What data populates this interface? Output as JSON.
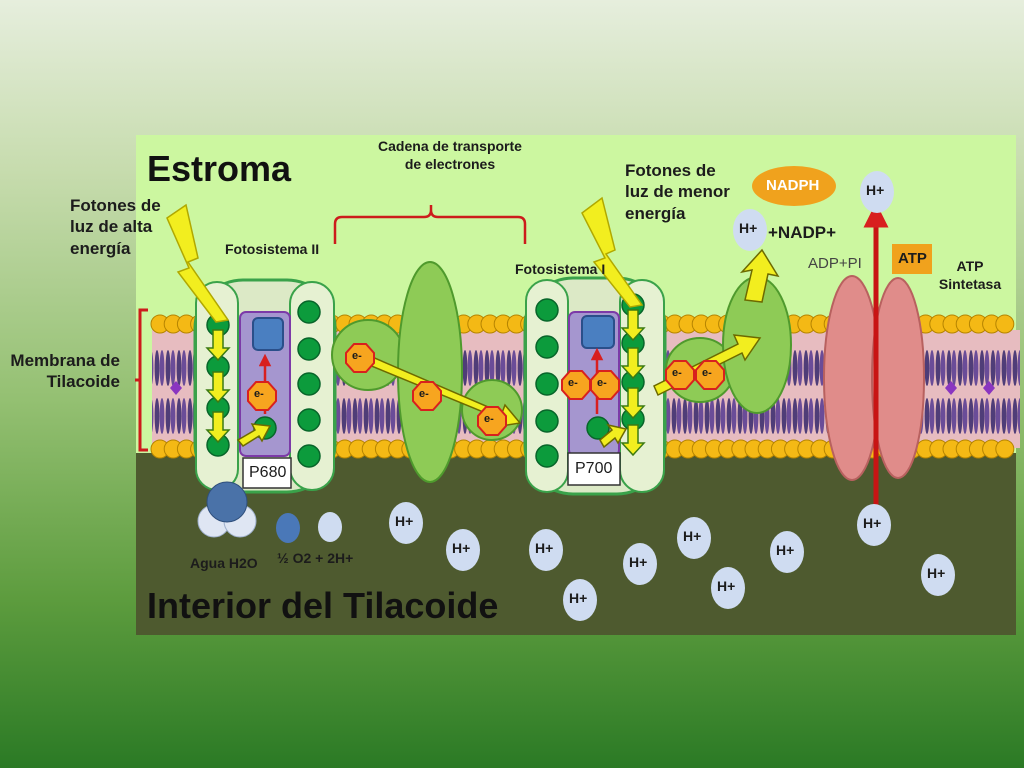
{
  "labels": {
    "stroma": "Estroma",
    "interior": "Interior del Tilacoide",
    "high_energy_photons": [
      "Fotones de",
      "luz de alta",
      "energía"
    ],
    "low_energy_photons": [
      "Fotones de",
      "luz de menor",
      "energía"
    ],
    "electron_chain": [
      "Cadena de transporte",
      "de electrones"
    ],
    "photosystem_2": "Fotosistema II",
    "photosystem_1": "Fotosistema I",
    "membrane": [
      "Membrana de",
      "Tilacoide"
    ],
    "p680": "P680",
    "p700": "P700",
    "water": "Agua H2O",
    "oxygen_products": "½ O2 + 2H+",
    "nadph": "NADPH",
    "nadp_plus": "+NADP+",
    "adp_pi": "ADP+PI",
    "atp": "ATP",
    "atp_synthase": [
      "ATP",
      "Sintetasa"
    ],
    "electron": "e-",
    "proton": "H+"
  },
  "colors": {
    "stroma": "#ccf7a0",
    "interior": "#4e5a2f",
    "phospholipid_head": "#f4b915",
    "lipid_tail": "#4f3d78",
    "photosystem_fill": "#dce9c6",
    "photosystem_border": "#3aa24a",
    "reaction_center": "#a596cf",
    "chlorophyll": "#0c9b3c",
    "carrier": "#8ecb56",
    "electron": "#f7a51f",
    "electron_border": "#d8201e",
    "arrow": "#f2ee1f",
    "atp_synthase": "#e08c8a",
    "proton_bubble": "#cfdcf1",
    "nadph": "#f0a21d",
    "atp": "#f0a21d",
    "bracket": "#cc1c1c"
  },
  "icons": {
    "lightning": "lightning-bolt-icon",
    "water": "water-molecule-icon",
    "proton": "proton-bubble-icon",
    "electron": "electron-badge-icon"
  }
}
